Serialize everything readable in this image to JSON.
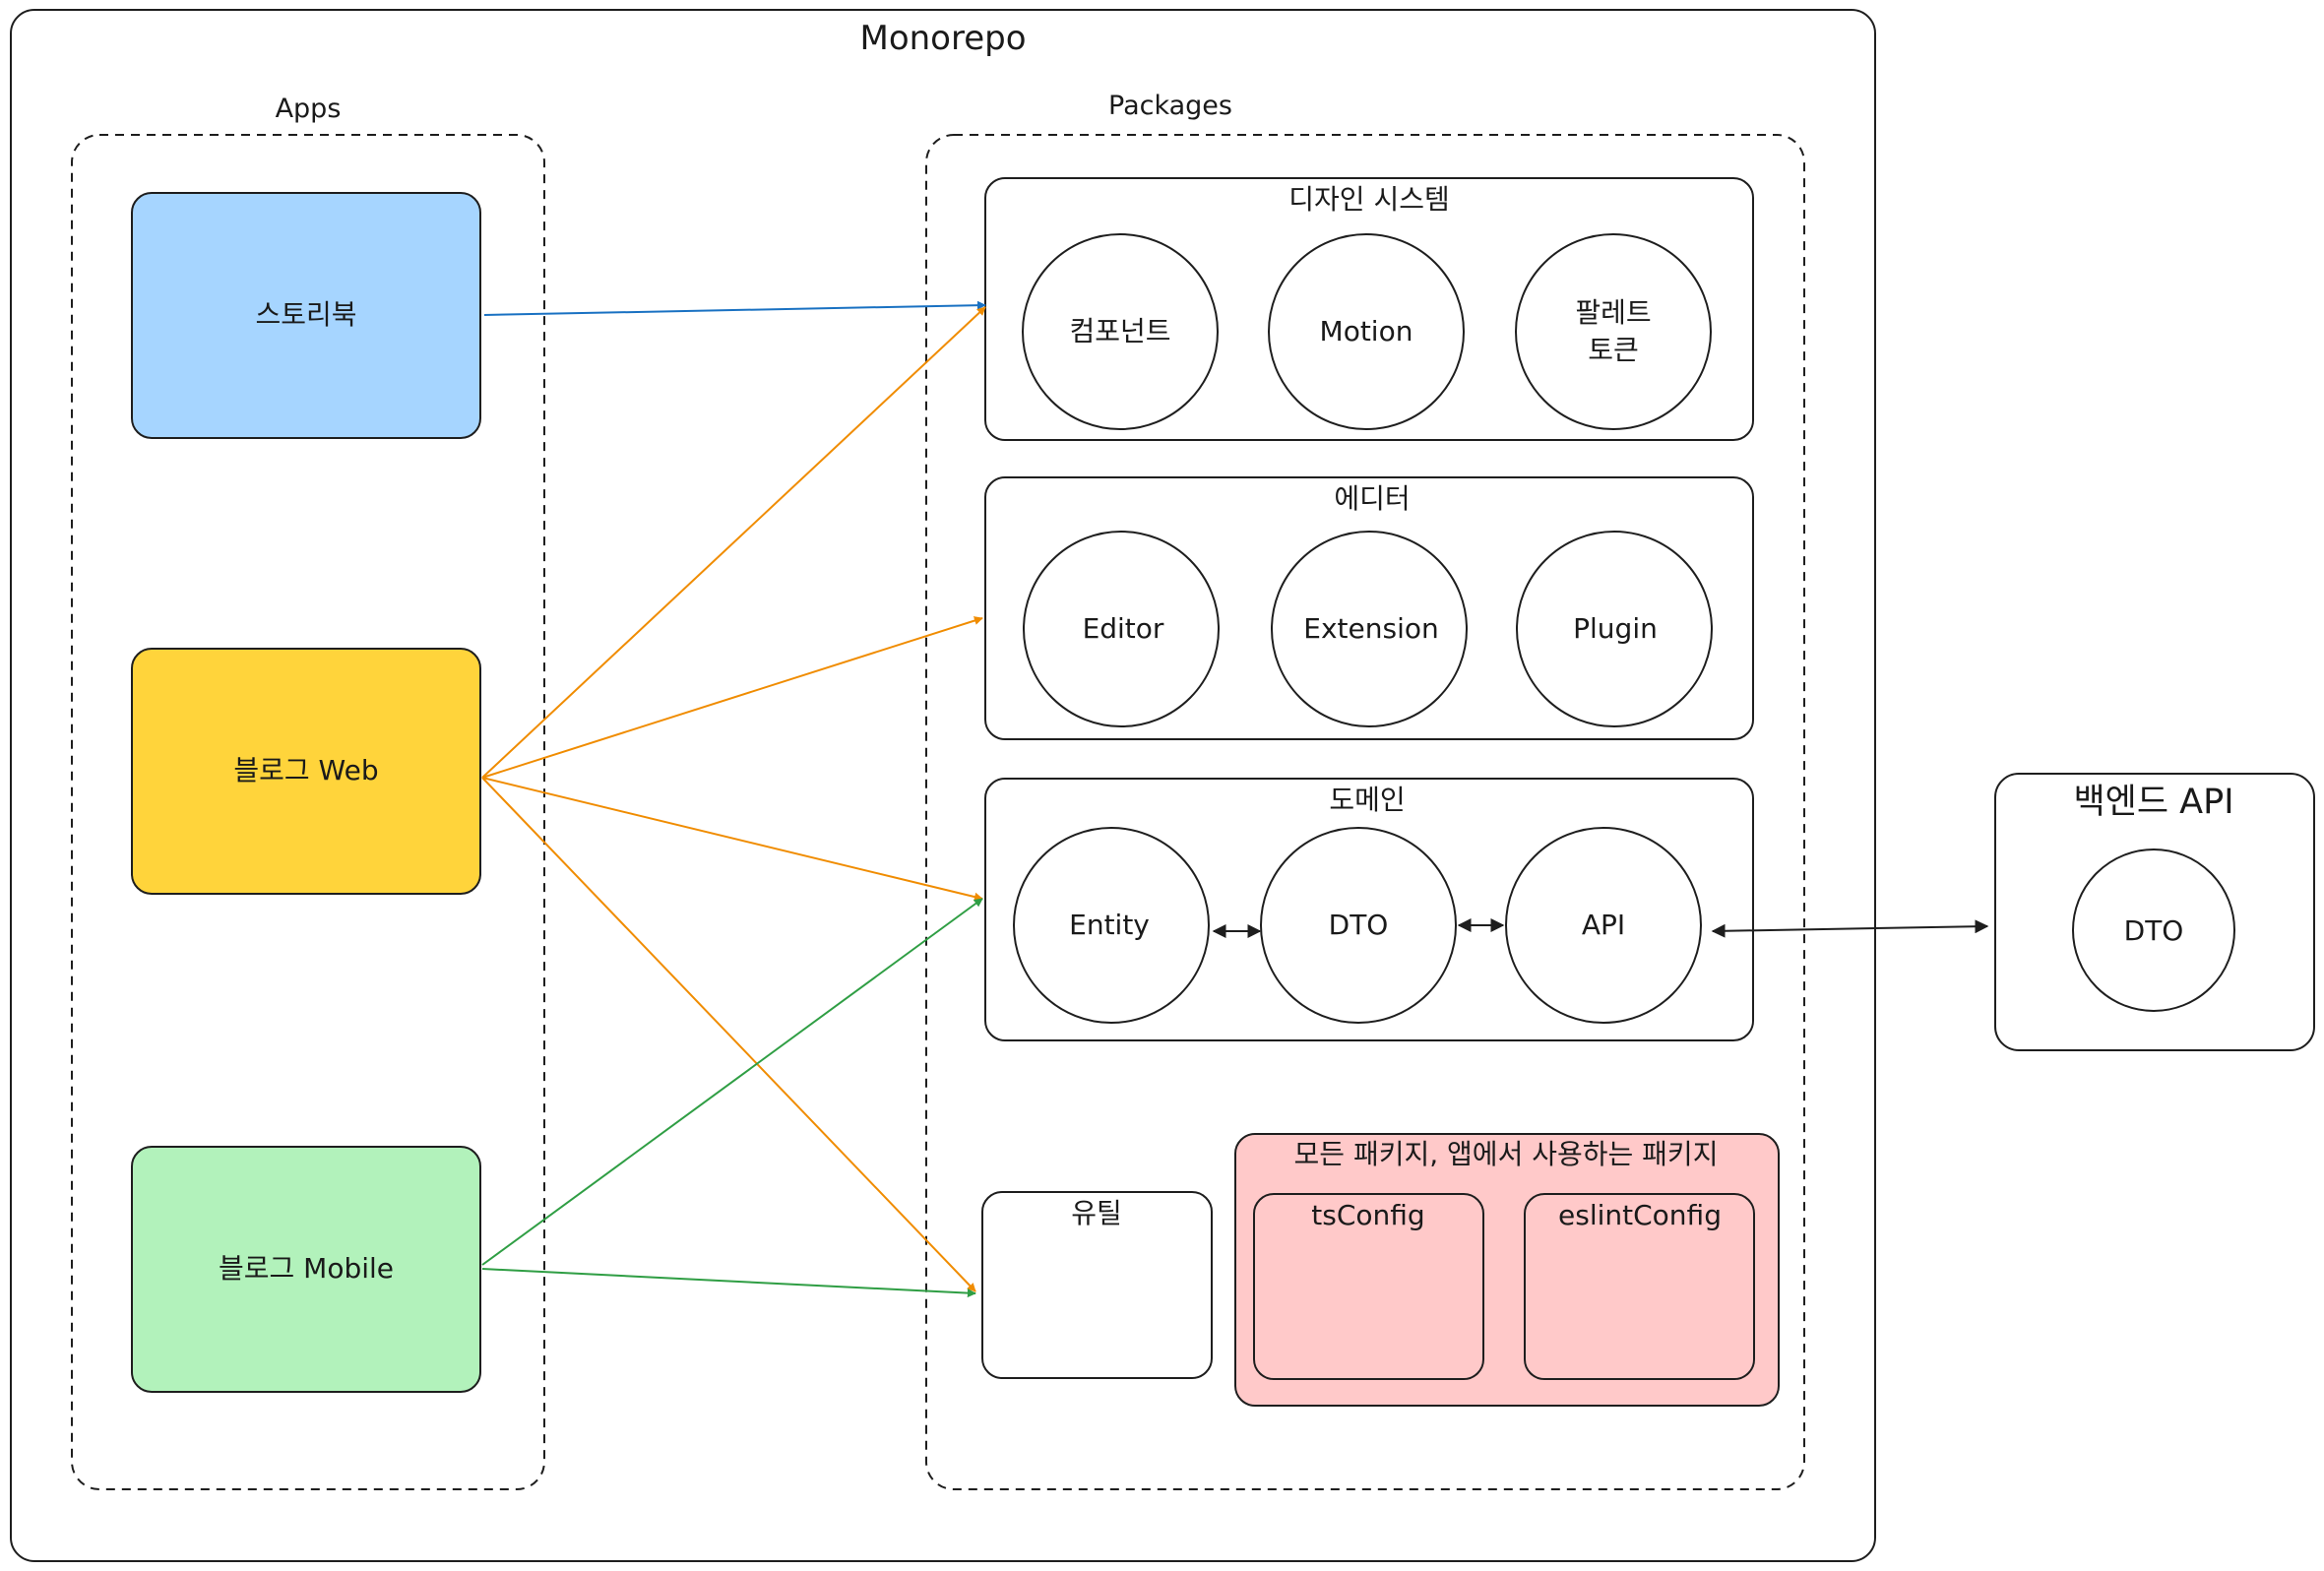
{
  "diagram": {
    "title": "Monorepo",
    "colors": {
      "storybook": "#a6d5ff",
      "blog_web": "#ffd43b",
      "blog_mobile": "#b2f2bb",
      "shared": "#ffc9c9",
      "arrow_blue": "#1971c2",
      "arrow_orange": "#f08c00",
      "arrow_green": "#2f9e44",
      "stroke": "#1e1e1e"
    },
    "apps": {
      "label": "Apps",
      "storybook": "스토리북",
      "blog_web": "블로그 Web",
      "blog_mobile": "블로그 Mobile"
    },
    "packages": {
      "label": "Packages",
      "design_system": {
        "label": "디자인 시스템",
        "components": "컴포넌트",
        "motion": "Motion",
        "palette_line1": "팔레트",
        "palette_line2": "토큰"
      },
      "editor": {
        "label": "에디터",
        "editor": "Editor",
        "extension": "Extension",
        "plugin": "Plugin"
      },
      "domain": {
        "label": "도메인",
        "entity": "Entity",
        "dto": "DTO",
        "api": "API"
      },
      "util": {
        "label": "유틸"
      },
      "shared": {
        "label": "모든 패키지, 앱에서 사용하는 패키지",
        "tsconfig": "tsConfig",
        "eslintconfig": "eslintConfig"
      }
    },
    "backend": {
      "label": "백엔드 API",
      "dto": "DTO"
    }
  }
}
